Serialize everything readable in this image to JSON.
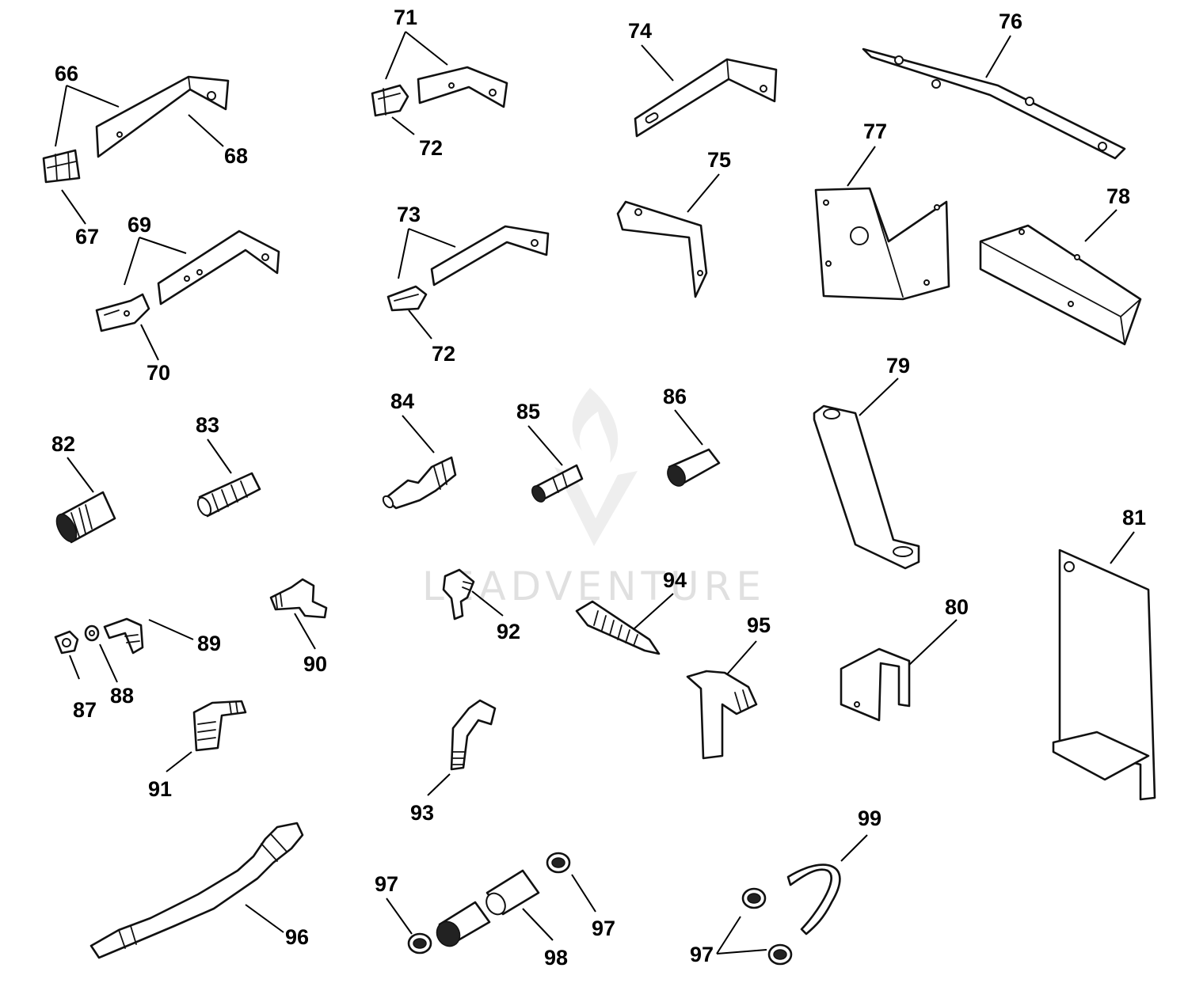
{
  "watermark": {
    "text": "LEADVENTURE"
  },
  "callouts": [
    "66",
    "67",
    "68",
    "69",
    "70",
    "71",
    "72",
    "73",
    "74",
    "75",
    "76",
    "77",
    "78",
    "79",
    "80",
    "81",
    "82",
    "83",
    "84",
    "85",
    "86",
    "87",
    "88",
    "89",
    "90",
    "91",
    "92",
    "93",
    "94",
    "95",
    "96",
    "97",
    "98",
    "99"
  ]
}
